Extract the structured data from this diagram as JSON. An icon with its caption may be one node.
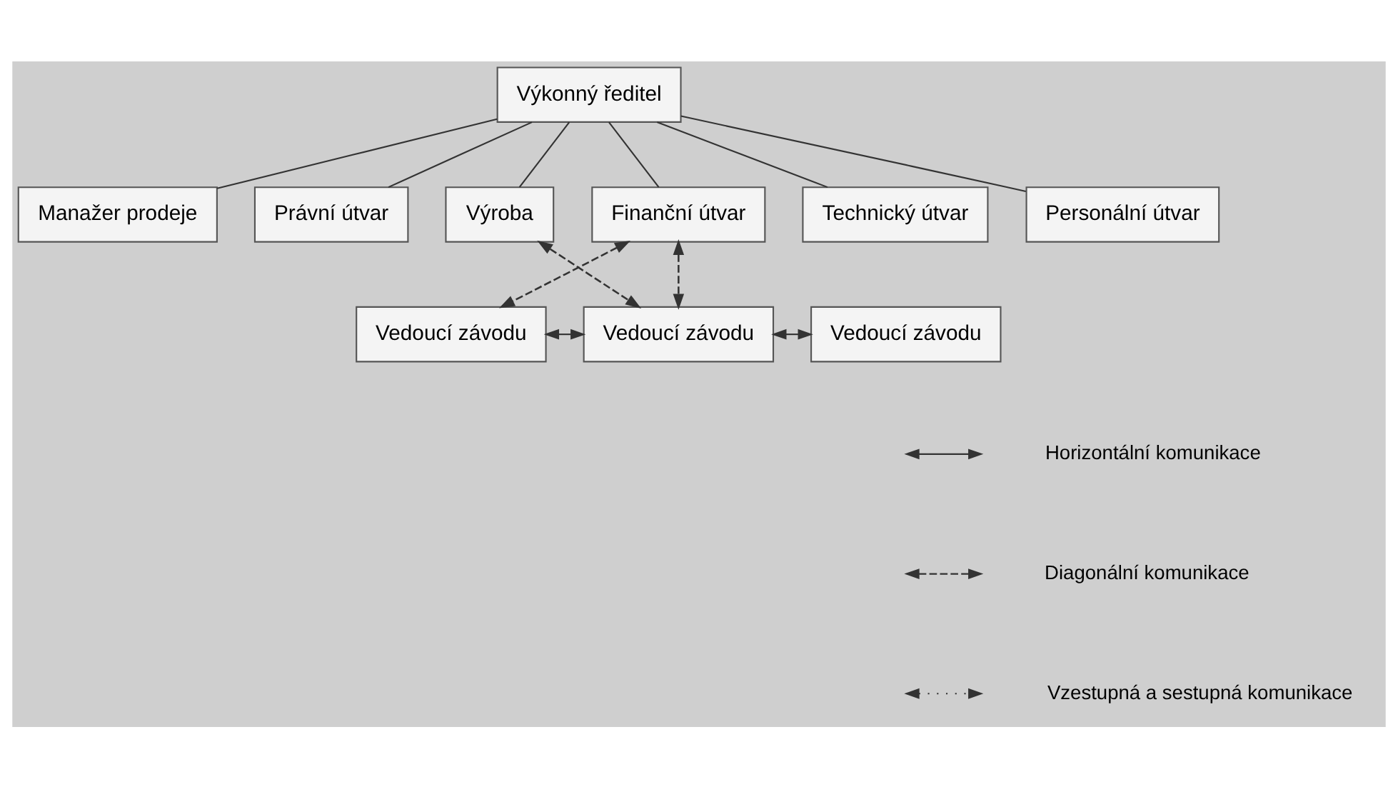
{
  "diagram": {
    "nodes": [
      {
        "text": [
          "Výkonný ředitel"
        ]
      },
      {
        "text": [
          "Manažer prodeje"
        ]
      },
      {
        "text": [
          "Právní útvar"
        ]
      },
      {
        "text": [
          "Výroba"
        ]
      },
      {
        "text": [
          "Finanční útvar"
        ]
      },
      {
        "text": [
          "Technický útvar"
        ]
      },
      {
        "text": [
          "Personální útvar"
        ]
      },
      {
        "text": [
          "Vedoucí závodu"
        ]
      },
      {
        "text": [
          "Vedoucí závodu"
        ]
      },
      {
        "text": [
          "Vedoucí závodu"
        ]
      }
    ],
    "edges": [
      {
        "from": 0,
        "to": 1,
        "arrow": "none"
      },
      {
        "from": 0,
        "to": 2,
        "arrow": "none"
      },
      {
        "from": 0,
        "to": 3,
        "arrow": "none"
      },
      {
        "from": 0,
        "to": 4,
        "arrow": "none"
      },
      {
        "from": 0,
        "to": 5,
        "arrow": "none"
      },
      {
        "from": 0,
        "to": 6,
        "arrow": "none"
      },
      {
        "from": 4,
        "to": 7,
        "arrow": "both",
        "style": "dashed"
      },
      {
        "from": 3,
        "to": 8,
        "arrow": "both",
        "style": "dashed"
      },
      {
        "from": 4,
        "to": 8,
        "arrow": "both",
        "style": "dashed"
      },
      {
        "from": 7,
        "to": 8,
        "arrow": "both"
      },
      {
        "from": 8,
        "to": 9,
        "arrow": "both"
      }
    ],
    "legend": [
      {
        "text": "Horizontální komunikace"
      },
      {
        "text": "Diagonální komunikace"
      },
      {
        "text": "Vzestupná a sestupná komunikace"
      }
    ]
  }
}
